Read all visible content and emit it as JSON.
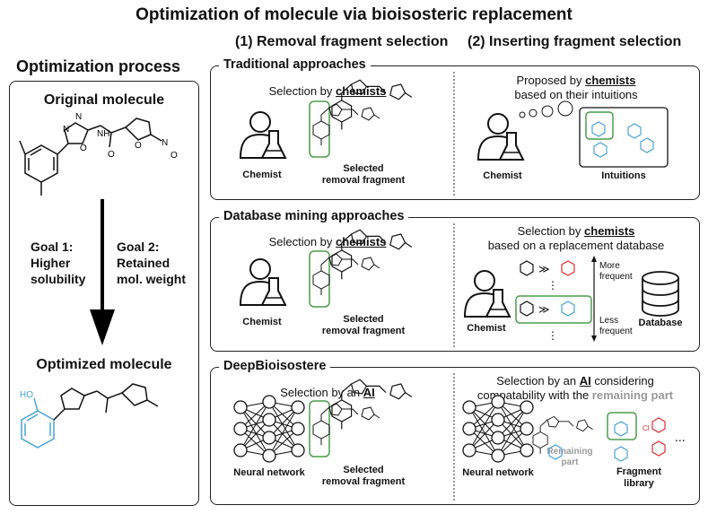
{
  "title": "Optimization of molecule via bioisosteric replacement",
  "columns": {
    "removal": "(1) Removal fragment selection",
    "inserting": "(2) Inserting fragment selection"
  },
  "left_panel": {
    "heading": "Optimization process",
    "original": "Original molecule",
    "goal1_a": "Goal 1:",
    "goal1_b": "Higher",
    "goal1_c": "solubility",
    "goal2_a": "Goal 2:",
    "goal2_b": "Retained",
    "goal2_c": "mol. weight",
    "optimized": "Optimized molecule",
    "atoms": {
      "n1": "N",
      "n2": "N",
      "o": "O",
      "nh": "NH",
      "o2": "O",
      "o3": "O",
      "n_plus": "N",
      "o_minus": "O",
      "ho": "HO"
    }
  },
  "traditional": {
    "heading": "Traditional approaches",
    "sel_prefix": "Selection by ",
    "sel_bold": "chemists",
    "chemist": "Chemist",
    "fragment_a": "Selected",
    "fragment_b": "removal fragment",
    "proposed_prefix": "Proposed by ",
    "proposed_bold": "chemists",
    "proposed_line2": "based on their intuitions",
    "chemist2": "Chemist",
    "intuitions": "Intuitions"
  },
  "database": {
    "heading": "Database mining approaches",
    "sel_prefix": "Selection by ",
    "sel_bold": "chemists",
    "chemist": "Chemist",
    "fragment_a": "Selected",
    "fragment_b": "removal fragment",
    "right_prefix": "Selection by ",
    "right_bold": "chemists",
    "right_line2": "based on a replacement database",
    "more_a": "More",
    "more_b": "frequent",
    "less_a": "Less",
    "less_b": "frequent",
    "database": "Database",
    "chemist2": "Chemist"
  },
  "deep": {
    "heading": "DeepBioisostere",
    "sel_prefix": "Selection by an ",
    "sel_bold": "AI",
    "nn": "Neural network",
    "fragment_a": "Selected",
    "fragment_b": "removal fragment",
    "right_prefix": "Selection by an ",
    "right_bold": "AI",
    "right_suffix": " considering",
    "right_line2_prefix": "compatability with the ",
    "right_line2_grey": "remaining part",
    "nn2": "Neural network",
    "remaining_a": "Remaining",
    "remaining_b": "part",
    "library_a": "Fragment",
    "library_b": "library",
    "ellipsis": "...",
    "cl": "Cl"
  },
  "colors": {
    "green": "#4a9e4a",
    "blue": "#4aa3d6",
    "red": "#e03030",
    "grey": "#999999"
  }
}
